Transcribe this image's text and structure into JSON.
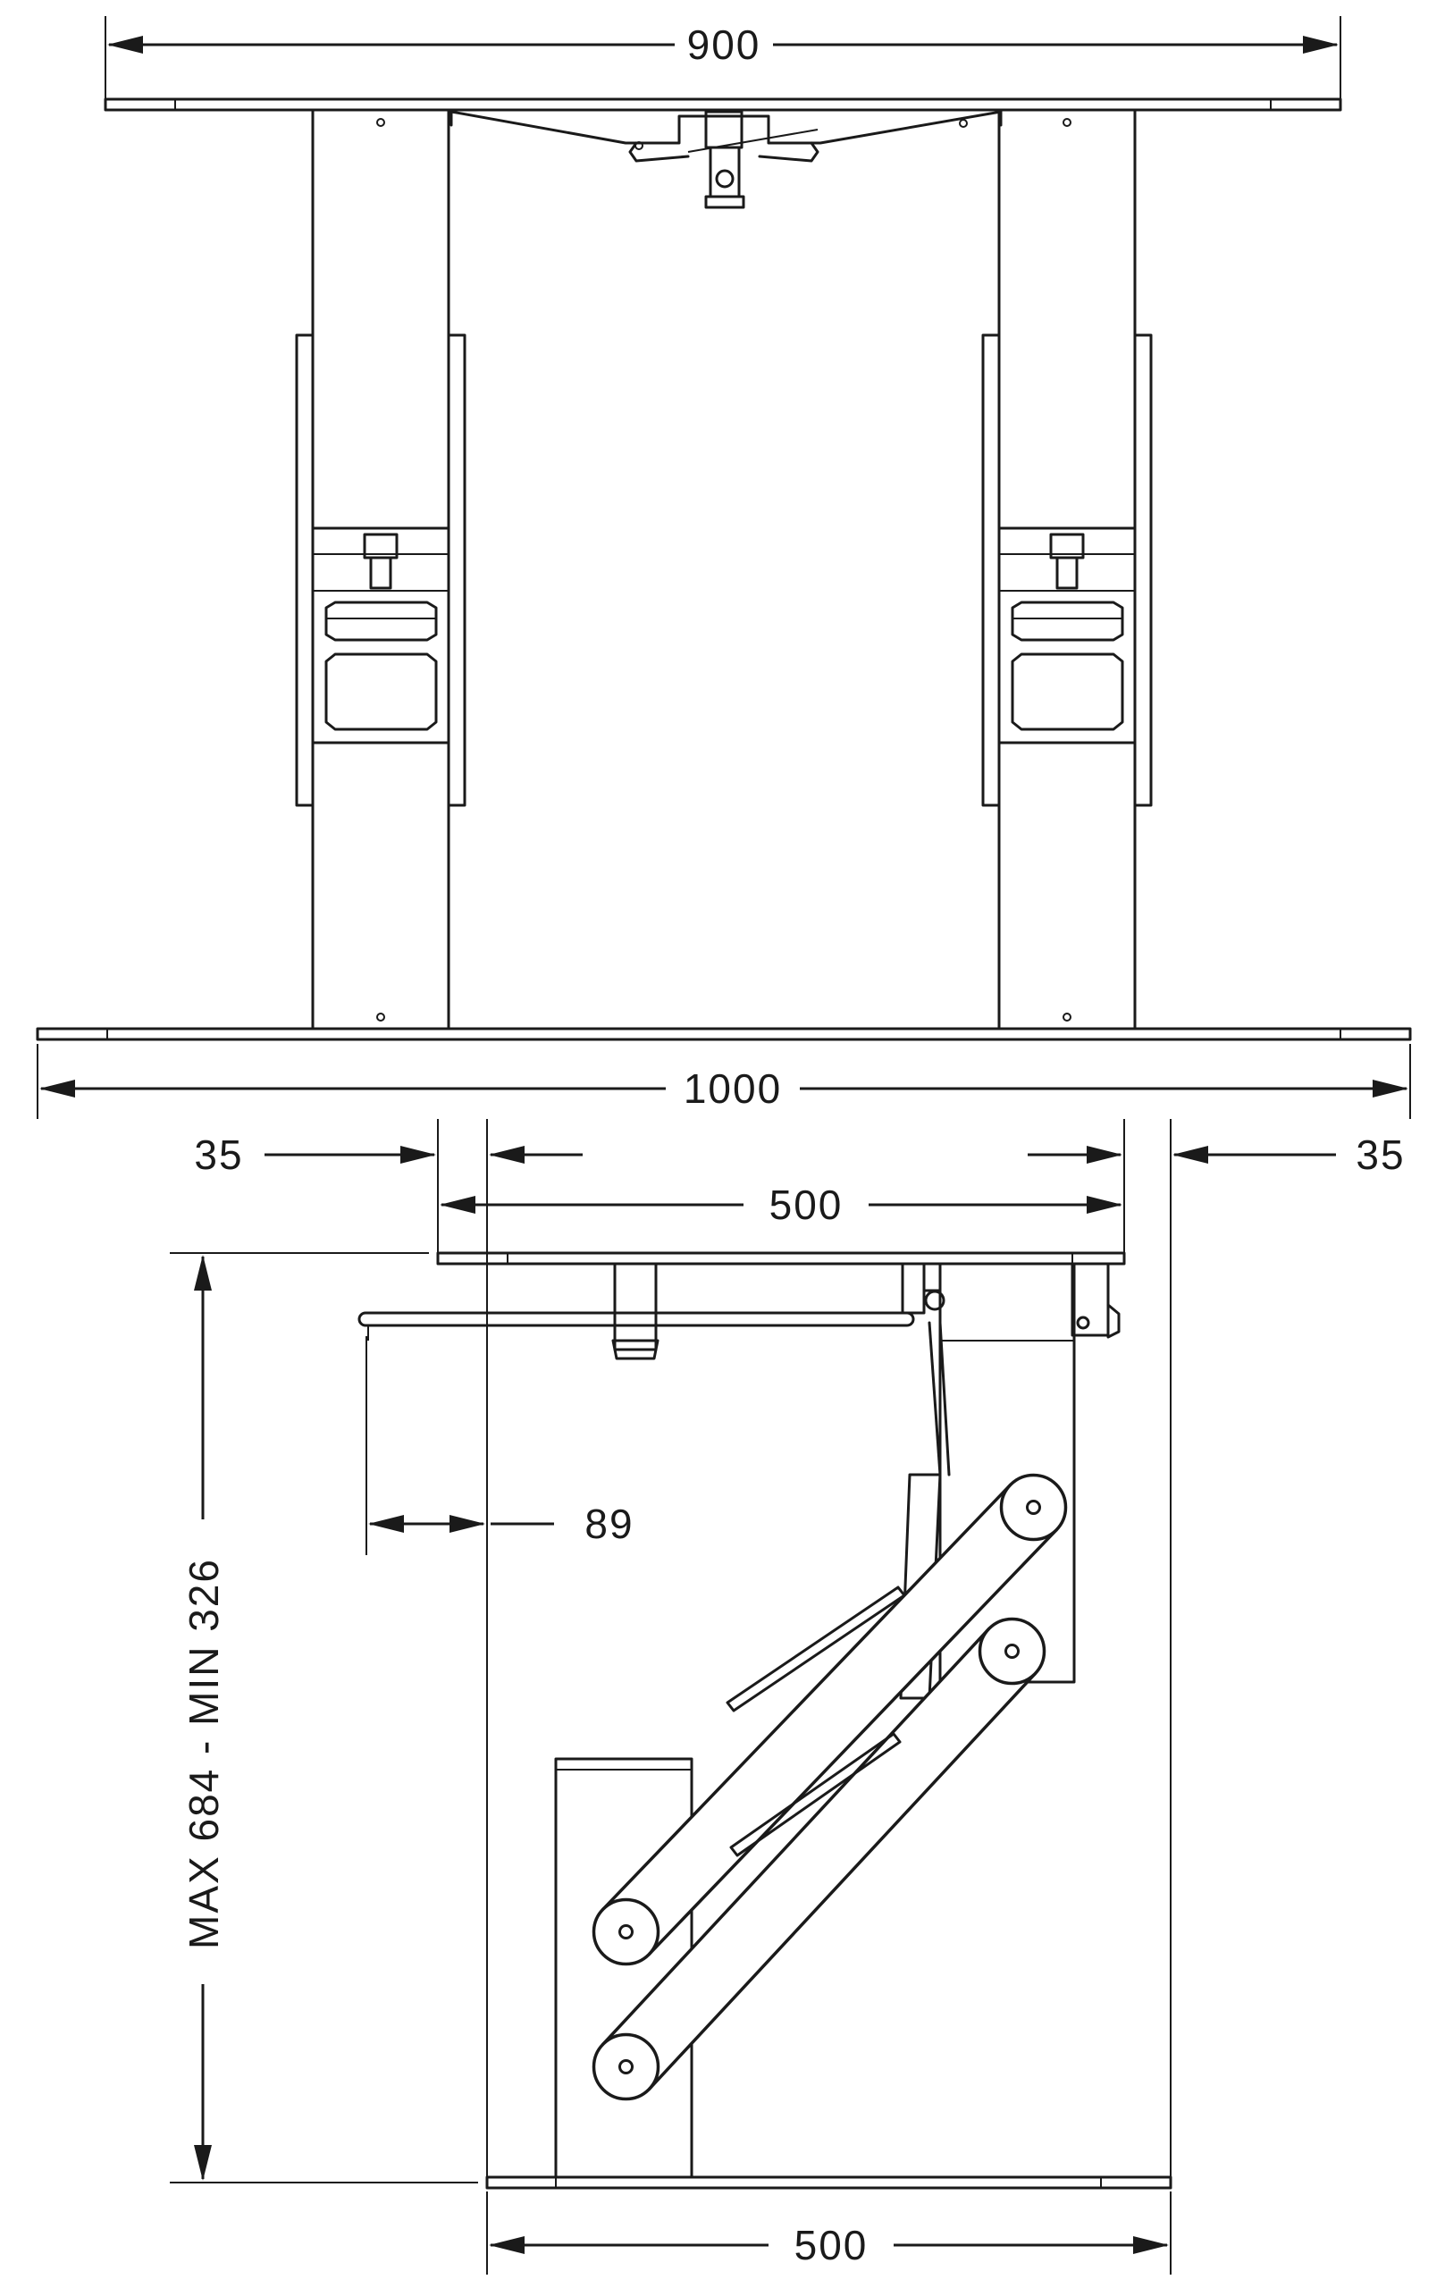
{
  "dimensions": {
    "top_width": "900",
    "base_width": "1000",
    "left_offset": "35",
    "right_offset": "35",
    "side_top_width": "500",
    "overhang": "89",
    "height_range": "MAX 684 - MIN 326",
    "side_base_width": "500"
  },
  "colors": {
    "line": "#1a1a1a",
    "background": "#ffffff"
  }
}
